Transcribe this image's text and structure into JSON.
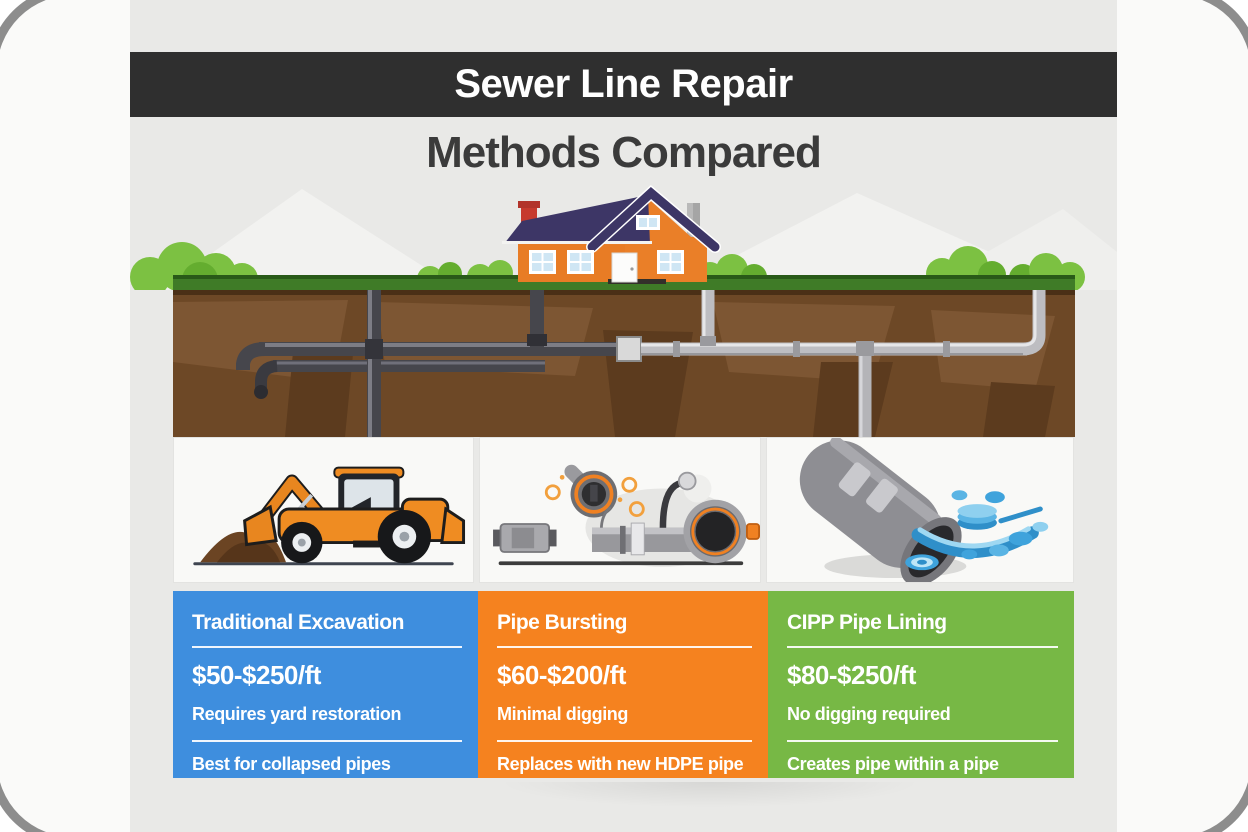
{
  "header": {
    "title": "Sewer Line Repair",
    "subtitle": "Methods Compared"
  },
  "colors": {
    "header_bar": "#2F2F2F",
    "canvas_background": "#E9E9E7",
    "grass": "#3F7B27",
    "earth": "#6D4826",
    "house_wall": "#E87C25",
    "house_roof": "#3D3666",
    "blue": "#3E8EDE",
    "orange": "#F5821F",
    "green": "#77B845"
  },
  "scene": {
    "house_icon": "house-illustration",
    "underground_icon": "underground-pipes-illustration"
  },
  "methods": [
    {
      "name": "Traditional Excavation",
      "price": "$50-$250/ft",
      "feature": "Requires yard restoration",
      "note": "Best for collapsed pipes",
      "color": "#3E8EDE",
      "illustration": "excavator-illustration"
    },
    {
      "name": "Pipe Bursting",
      "price": "$60-$200/ft",
      "feature": "Minimal digging",
      "note": "Replaces with new HDPE pipe",
      "color": "#F5821F",
      "illustration": "pipe-bursting-illustration"
    },
    {
      "name": "CIPP Pipe Lining",
      "price": "$80-$250/ft",
      "feature": "No digging required",
      "note": "Creates pipe within a pipe",
      "color": "#77B845",
      "illustration": "cipp-lining-illustration"
    }
  ]
}
